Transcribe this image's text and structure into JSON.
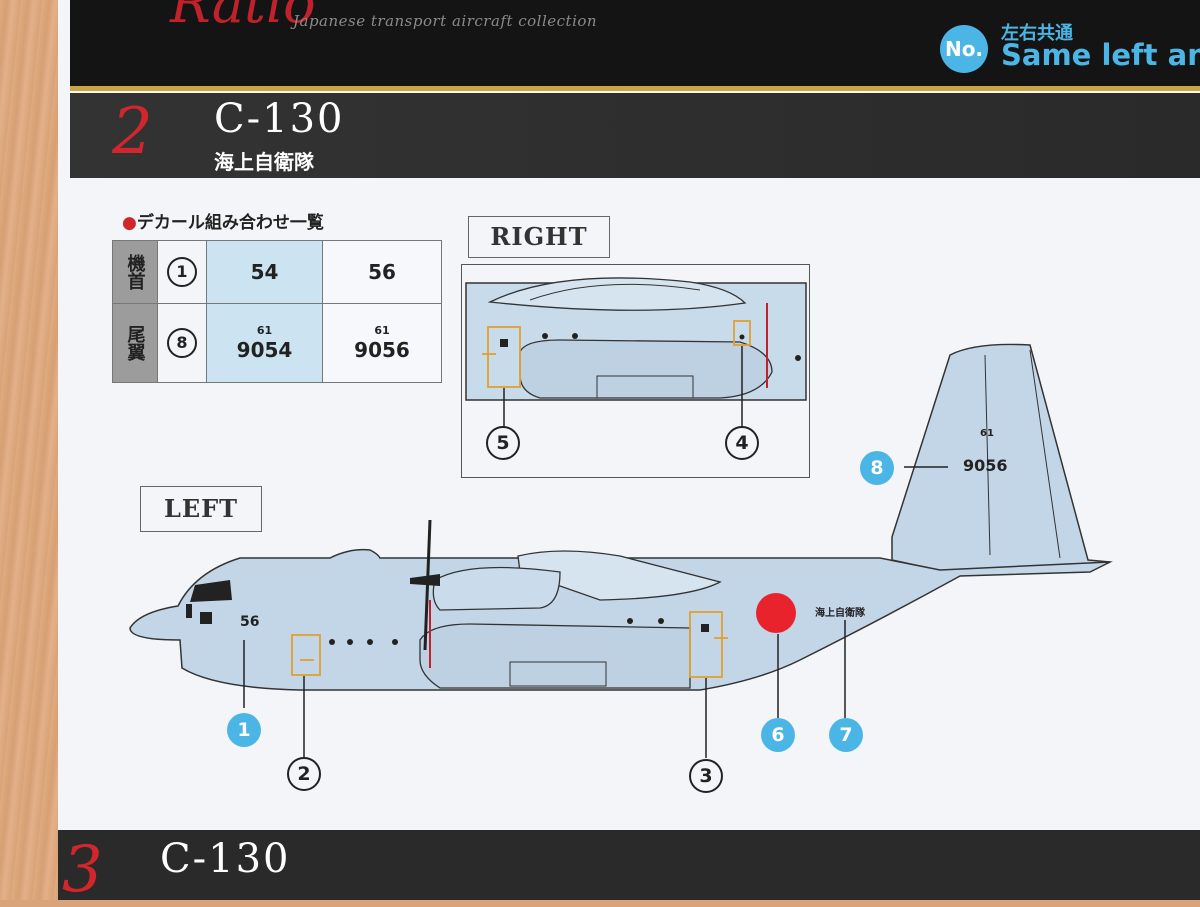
{
  "header": {
    "brand": "Ratio",
    "subtitle": "Japanese transport aircraft collection",
    "badge": "No.",
    "same_jp": "左右共通",
    "same_en": "Same left and"
  },
  "section2": {
    "number": "2",
    "title": "C-130",
    "subtitle": "海上自衛隊"
  },
  "decal_list": {
    "title": "デカール組み合わせ一覧",
    "rows": [
      {
        "label": "機首",
        "circle": "1",
        "col1": "54",
        "col2": "56",
        "small1": "",
        "small2": ""
      },
      {
        "label": "尾翼",
        "circle": "8",
        "col1": "9054",
        "col2": "9056",
        "small1": "61",
        "small2": "61"
      }
    ]
  },
  "views": {
    "right": "RIGHT",
    "left": "LEFT"
  },
  "callouts": {
    "c1": "1",
    "c2": "2",
    "c3": "3",
    "c4": "4",
    "c5": "5",
    "c6": "6",
    "c7": "7",
    "c8": "8"
  },
  "aircraft": {
    "nose_number": "56",
    "tail_small": "61",
    "tail_number": "9056",
    "fuselage_text": "海上自衛隊"
  },
  "section3": {
    "number": "3",
    "title": "C-130"
  },
  "colors": {
    "accent_red": "#d0262c",
    "callout_blue": "#4bb6e6",
    "plane_fill": "#c3d6e8",
    "hinomaru": "#e8232b"
  }
}
